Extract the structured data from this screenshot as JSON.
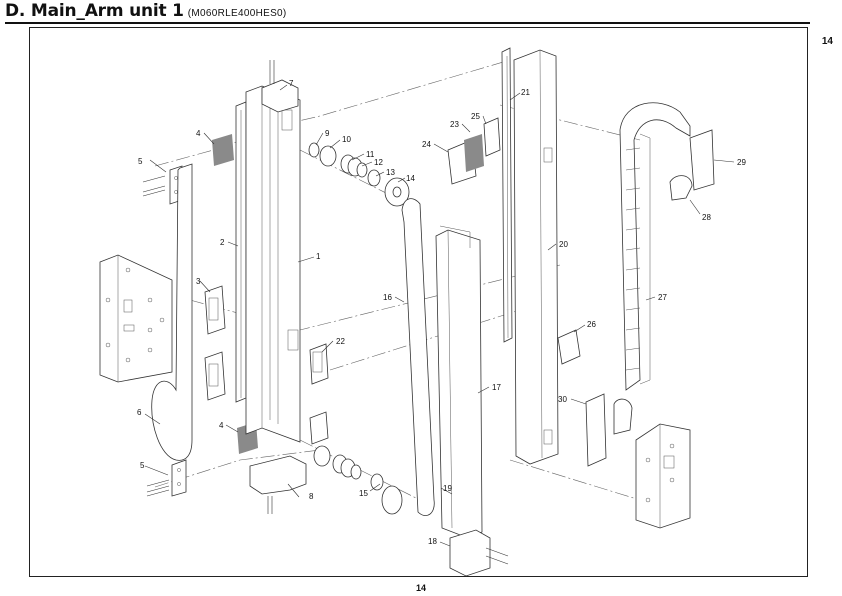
{
  "header": {
    "title": "D. Main_Arm unit 1",
    "model_code": "(M060RLE400HES0)",
    "page_tab": "14"
  },
  "footer": {
    "page_number": "14"
  },
  "callouts": [
    "1",
    "2",
    "3",
    "4",
    "4",
    "5",
    "5",
    "6",
    "7",
    "8",
    "9",
    "10",
    "11",
    "12",
    "13",
    "14",
    "15",
    "16",
    "17",
    "18",
    "19",
    "20",
    "21",
    "22",
    "23",
    "24",
    "25",
    "26",
    "27",
    "28",
    "29",
    "30"
  ]
}
